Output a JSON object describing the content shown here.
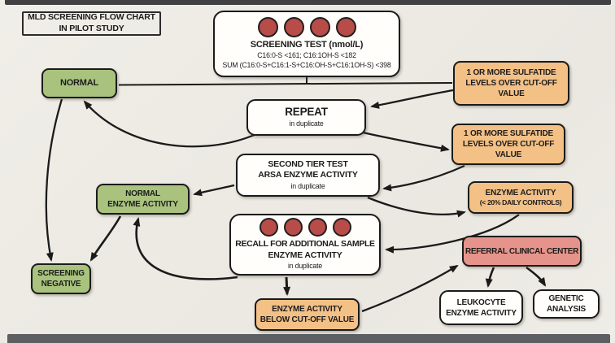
{
  "figure": {
    "type": "flowchart",
    "background_color": "#edebe4"
  },
  "colors": {
    "green_box": "#a9c37e",
    "orange_box": "#f3c086",
    "salmon_box": "#e6948b",
    "white_box": "#fffefb",
    "blood_spot": "#b84c48",
    "line": "#1b1b1b"
  },
  "title_box": {
    "line1": "MLD SCREENING FLOW CHART",
    "line2": "IN PILOT STUDY"
  },
  "screening": {
    "title": "SCREENING TEST (nmol/L)",
    "criteria1": "C16:0-S <161; C16:1OH-S <182",
    "criteria2": "SUM (C16:0-S+C16:1-S+C16:OH-S+C16:1OH-S) <398"
  },
  "normal": {
    "label": "NORMAL"
  },
  "sulfatide_over_1": {
    "line1": "1 OR MORE SULFATIDE",
    "line2": "LEVELS OVER CUT-OFF",
    "line3": "VALUE"
  },
  "repeat": {
    "title": "REPEAT",
    "sub": "in duplicate"
  },
  "sulfatide_over_2": {
    "line1": "1 OR MORE SULFATIDE",
    "line2": "LEVELS OVER CUT-OFF",
    "line3": "VALUE"
  },
  "second_tier": {
    "line1": "SECOND TIER TEST",
    "line2": "ARSA ENZYME ACTIVITY",
    "sub": "in duplicate"
  },
  "normal_enzyme": {
    "line1": "NORMAL",
    "line2": "ENZYME ACTIVITY"
  },
  "enzyme_20": {
    "line1": "ENZYME ACTIVITY",
    "line2": "(< 20% DAILY CONTROLS)"
  },
  "recall": {
    "line1": "RECALL FOR ADDITIONAL SAMPLE",
    "line2": "ENZYME ACTIVITY",
    "sub": "in duplicate"
  },
  "screening_negative": {
    "line1": "SCREENING",
    "line2": "NEGATIVE"
  },
  "below_cutoff": {
    "line1": "ENZYME ACTIVITY",
    "line2": "BELOW CUT-OFF VALUE"
  },
  "referral": {
    "label": "REFERRAL CLINICAL CENTER"
  },
  "leukocyte": {
    "line1": "LEUKOCYTE",
    "line2": "ENZYME ACTIVITY"
  },
  "genetic": {
    "line1": "GENETIC",
    "line2": "ANALYSIS"
  },
  "edges": [
    {
      "from": "screening-test",
      "to": "normal"
    },
    {
      "from": "screening-test",
      "to": "sulfatide-over-1"
    },
    {
      "from": "sulfatide-over-1",
      "to": "repeat"
    },
    {
      "from": "repeat",
      "to": "normal"
    },
    {
      "from": "repeat",
      "to": "sulfatide-over-2"
    },
    {
      "from": "sulfatide-over-2",
      "to": "second-tier-test"
    },
    {
      "from": "second-tier-test",
      "to": "normal-enzyme-activity"
    },
    {
      "from": "second-tier-test",
      "to": "enzyme-activity-20"
    },
    {
      "from": "enzyme-activity-20",
      "to": "recall"
    },
    {
      "from": "recall",
      "to": "normal-enzyme-activity"
    },
    {
      "from": "recall",
      "to": "enzyme-activity-below-cutoff"
    },
    {
      "from": "normal-enzyme-activity",
      "to": "screening-negative"
    },
    {
      "from": "normal",
      "to": "screening-negative"
    },
    {
      "from": "enzyme-activity-below-cutoff",
      "to": "referral-clinical-center"
    },
    {
      "from": "referral-clinical-center",
      "to": "leukocyte-enzyme-activity"
    },
    {
      "from": "referral-clinical-center",
      "to": "genetic-analysis"
    }
  ]
}
